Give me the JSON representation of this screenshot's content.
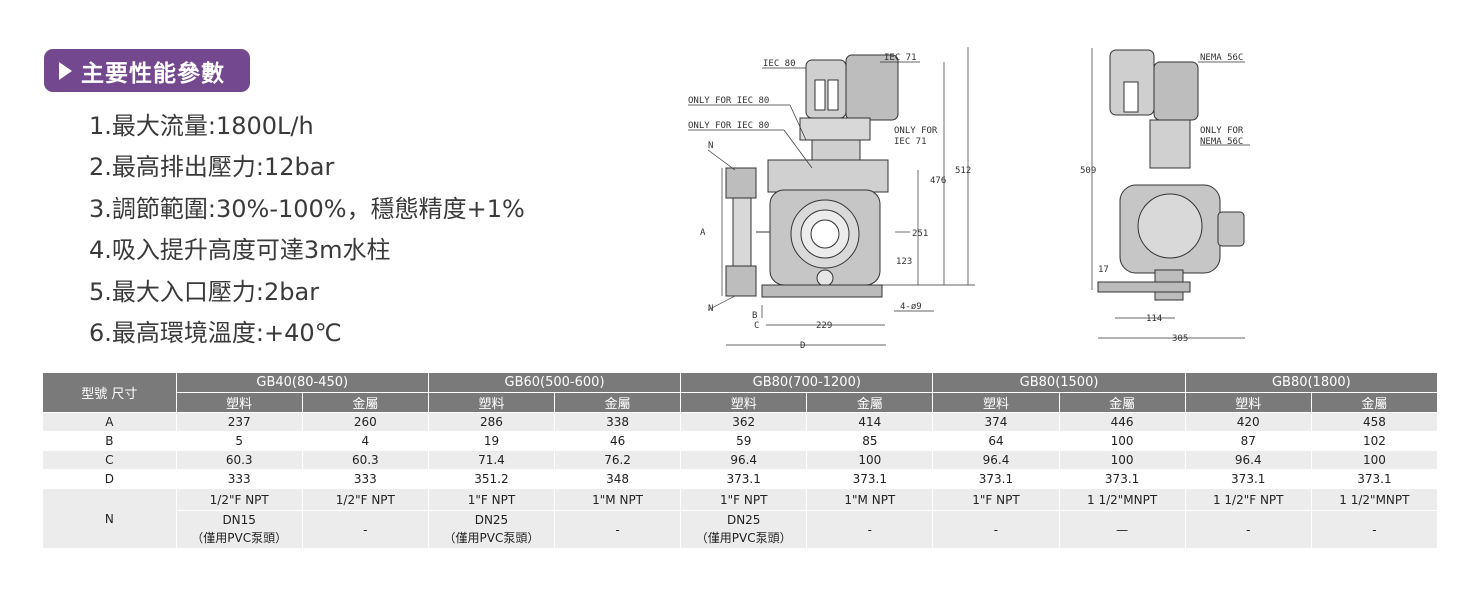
{
  "section": {
    "title": "主要性能參數"
  },
  "specs": [
    "1.最大流量:1800L/h",
    "2.最高排出壓力:12bar",
    "3.調節範圍:30%-100%，穩態精度+1%",
    "4.吸入提升高度可達3m水柱",
    "5.最大入口壓力:2bar",
    "6.最高環境溫度:+40℃"
  ],
  "drawing": {
    "iec80": "IEC 80",
    "iec71": "IEC 71",
    "only_iec80_a": "ONLY FOR IEC 80",
    "only_iec80_b": "ONLY FOR IEC 80",
    "only_iec71_l1": "ONLY FOR",
    "only_iec71_l2": "IEC 71",
    "n_top": "N",
    "n_bottom": "N",
    "a": "A",
    "b": "B",
    "c": "C",
    "d": "D",
    "dim_512": "512",
    "dim_476": "476",
    "dim_251": "251",
    "dim_123": "123",
    "dim_4phi9": "4-ø9",
    "dim_229": "229",
    "nema": "NEMA 56C",
    "only_nema_l1": "ONLY FOR",
    "only_nema_l2": "NEMA 56C",
    "dim_509": "509",
    "dim_17": "17",
    "dim_114": "114",
    "dim_305": "305"
  },
  "table": {
    "corner": "型號 尺寸",
    "groups": [
      "GB40(80-450)",
      "GB60(500-600)",
      "GB80(700-1200)",
      "GB80(1500)",
      "GB80(1800)"
    ],
    "sub": [
      "塑料",
      "金屬",
      "塑料",
      "金屬",
      "塑料",
      "金屬",
      "塑料",
      "金屬",
      "塑料",
      "金屬"
    ],
    "rows": [
      {
        "label": "A",
        "values": [
          "237",
          "260",
          "286",
          "338",
          "362",
          "414",
          "374",
          "446",
          "420",
          "458"
        ]
      },
      {
        "label": "B",
        "values": [
          "5",
          "4",
          "19",
          "46",
          "59",
          "85",
          "64",
          "100",
          "87",
          "102"
        ]
      },
      {
        "label": "C",
        "values": [
          "60.3",
          "60.3",
          "71.4",
          "76.2",
          "96.4",
          "100",
          "96.4",
          "100",
          "96.4",
          "100"
        ]
      },
      {
        "label": "D",
        "values": [
          "333",
          "333",
          "351.2",
          "348",
          "373.1",
          "373.1",
          "373.1",
          "373.1",
          "373.1",
          "373.1"
        ]
      }
    ],
    "n_label": "N",
    "n_row1": [
      "1/2\"F NPT",
      "1/2\"F NPT",
      "1\"F NPT",
      "1\"M NPT",
      "1\"F NPT",
      "1\"M NPT",
      "1\"F NPT",
      "1 1/2\"MNPT",
      "1 1/2\"F NPT",
      "1 1/2\"MNPT"
    ],
    "n_row2": [
      {
        "l1": "DN15",
        "l2": "（僅用PVC泵頭）"
      },
      {
        "l1": "-",
        "l2": ""
      },
      {
        "l1": "DN25",
        "l2": "（僅用PVC泵頭）"
      },
      {
        "l1": "-",
        "l2": ""
      },
      {
        "l1": "DN25",
        "l2": "（僅用PVC泵頭）"
      },
      {
        "l1": "-",
        "l2": ""
      },
      {
        "l1": "-",
        "l2": ""
      },
      {
        "l1": "—",
        "l2": ""
      },
      {
        "l1": "-",
        "l2": ""
      },
      {
        "l1": "-",
        "l2": ""
      }
    ]
  }
}
